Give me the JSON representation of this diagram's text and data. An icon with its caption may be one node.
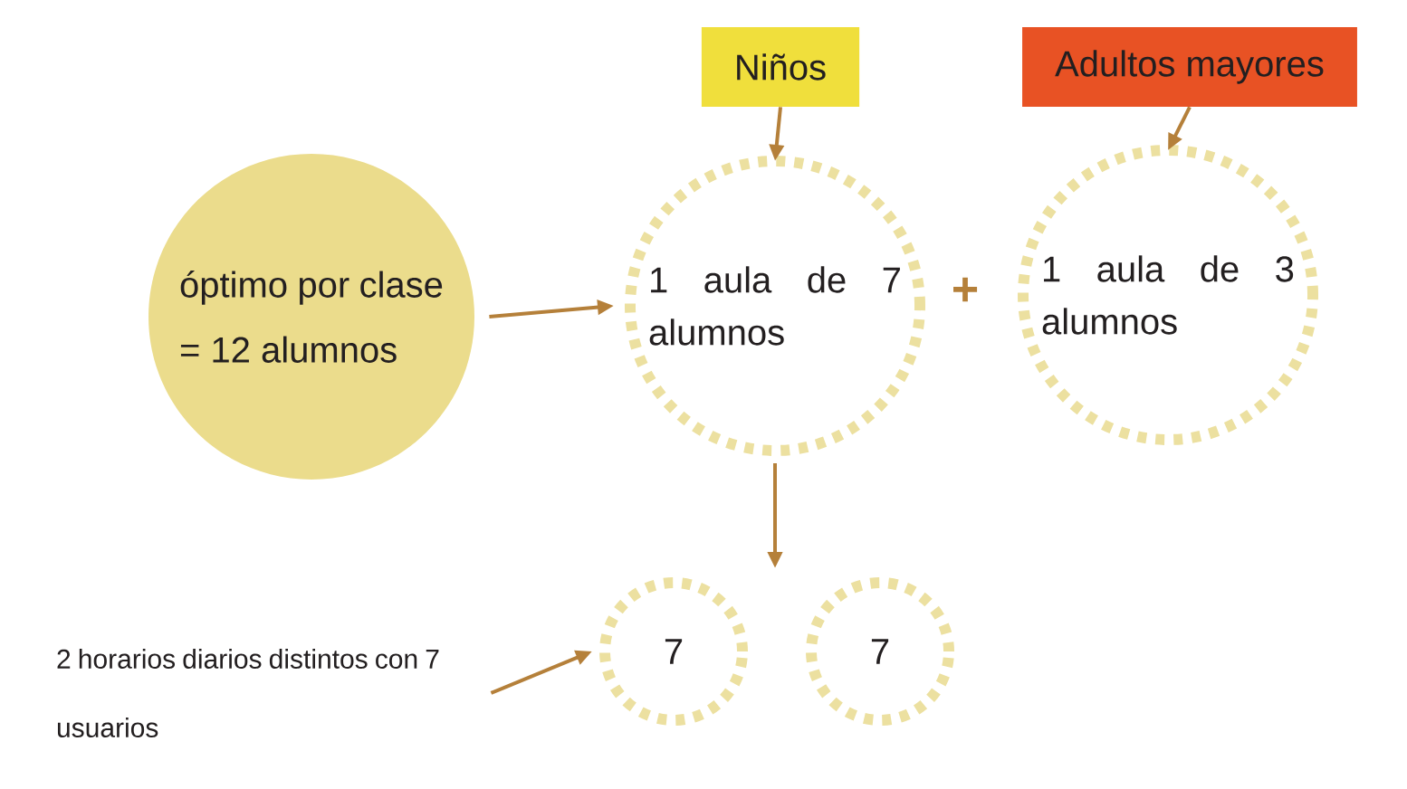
{
  "diagram": {
    "nodes": [
      {
        "text": [
          "óptimo por clase = 12 alumnos"
        ]
      },
      {
        "text": [
          "Niños"
        ]
      },
      {
        "text": [
          "Adultos mayores"
        ]
      },
      {
        "text": [
          "1 aula de 7 alumnos"
        ]
      },
      {
        "text": [
          "1 aula de 3 alumnos"
        ]
      },
      {
        "text": [
          "2 horarios diarios distintos con 7 usuarios"
        ]
      },
      {
        "text": [
          "7"
        ]
      },
      {
        "text": [
          "7"
        ]
      }
    ],
    "edges": [
      {
        "from": 0,
        "to": 3,
        "arrow": "to"
      },
      {
        "from": 1,
        "to": 3,
        "arrow": "to"
      },
      {
        "from": 2,
        "to": 4,
        "arrow": "to"
      },
      {
        "from": 3,
        "to": null,
        "arrow": "to"
      },
      {
        "from": 5,
        "to": 6,
        "arrow": "to"
      }
    ],
    "labels": [
      "+"
    ]
  }
}
